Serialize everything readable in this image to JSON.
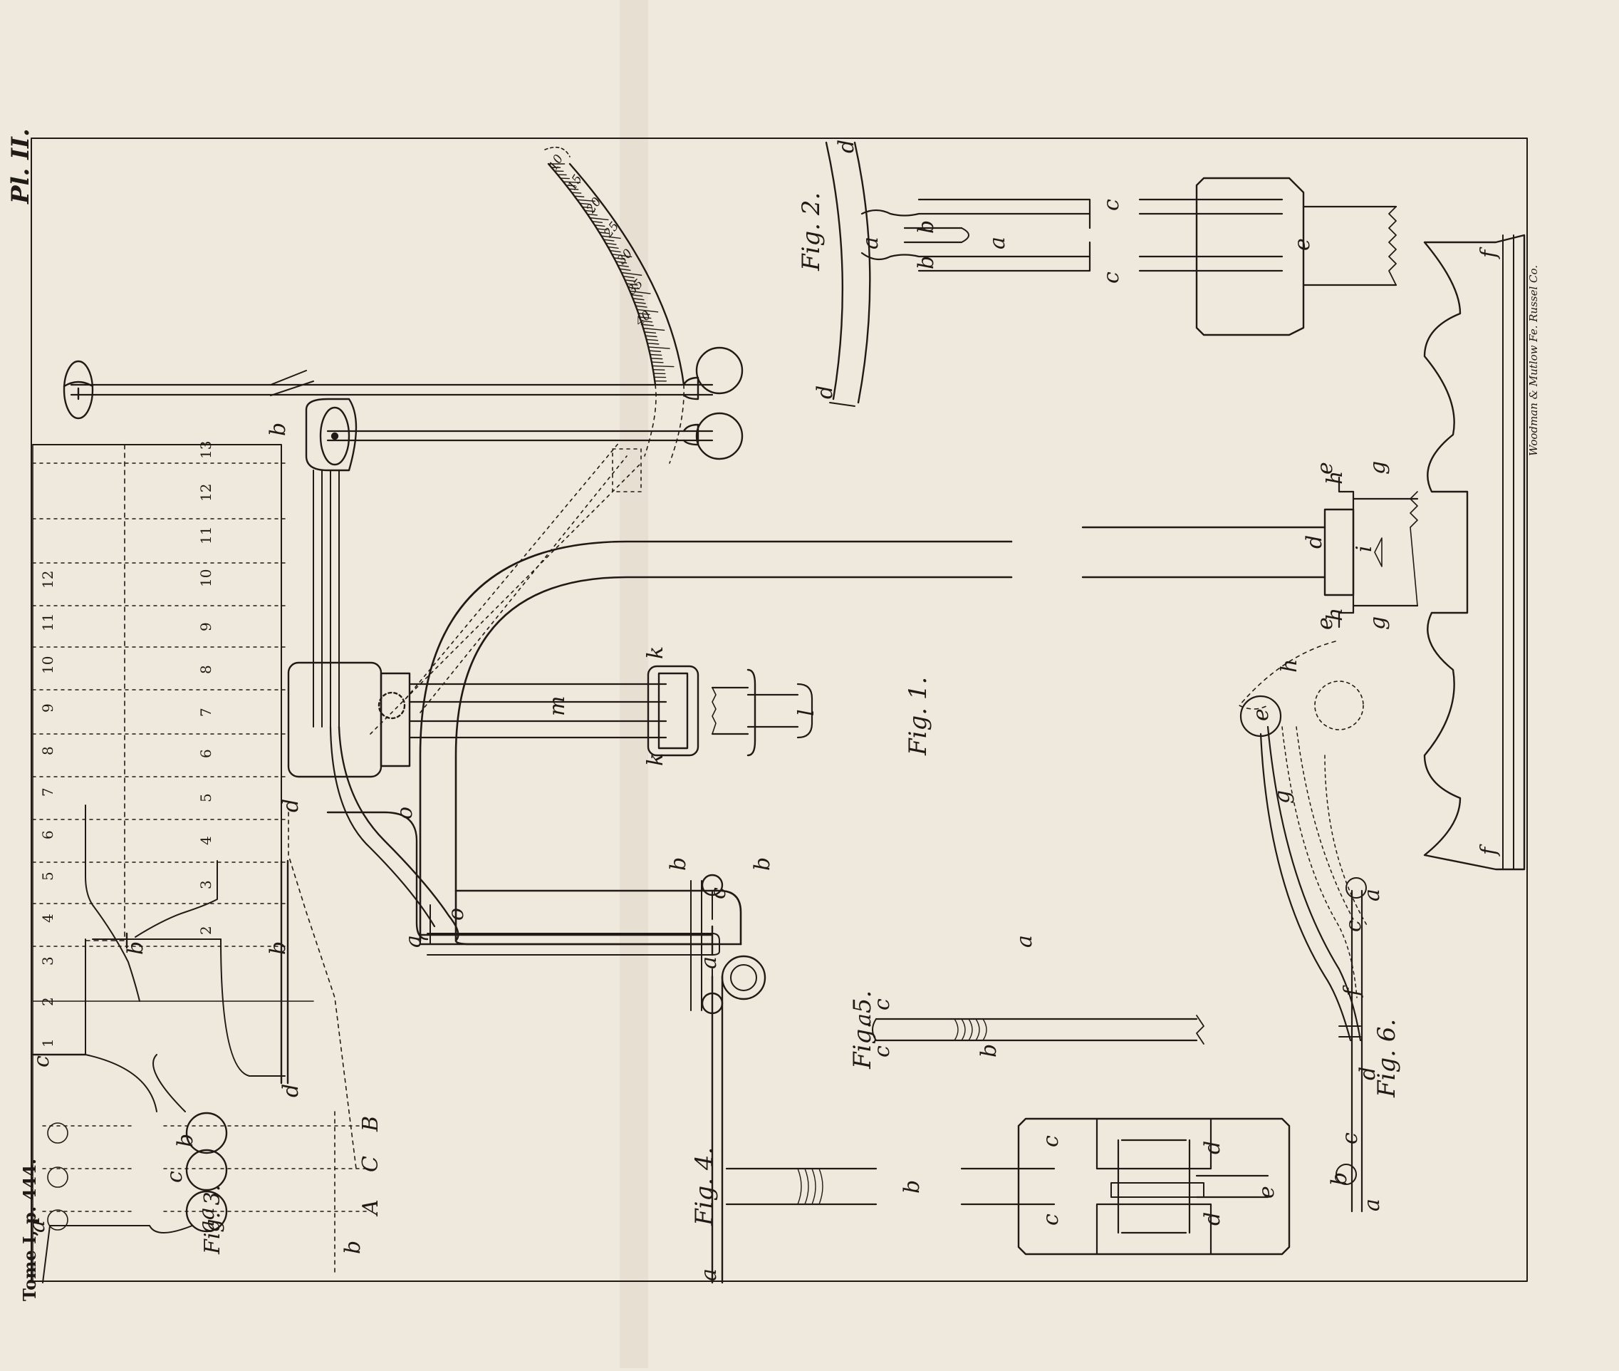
{
  "plate": {
    "plate_number": "Pl. II.",
    "tome_ref": "Tome I, p. 444.",
    "engraver": "Woodman & Mutlow Fe. Russel Co."
  },
  "figures": {
    "fig1": {
      "title": "Fig. 1.",
      "labels": {
        "a": "a",
        "b": "b",
        "c": "c",
        "k": "k",
        "l": "l",
        "m": "m",
        "o": "o"
      }
    },
    "fig2": {
      "title": "Fig. 2.",
      "labels": {
        "a": "a",
        "b": "b",
        "c": "c",
        "d": "d",
        "e": "e"
      }
    },
    "fig3": {
      "title": "Fig. 3.",
      "labels": {
        "a": "a",
        "b": "b",
        "c": "c",
        "d": "d",
        "A": "A",
        "B": "B",
        "C": "C"
      },
      "upper_numbers": [
        "1",
        "2",
        "3",
        "4",
        "5",
        "6",
        "7",
        "8",
        "9",
        "10",
        "11",
        "12"
      ],
      "lower_numbers": [
        "2",
        "3",
        "4",
        "5",
        "6",
        "7",
        "8",
        "9",
        "10",
        "11",
        "12",
        "13"
      ]
    },
    "fig4": {
      "title": "Fig. 4.",
      "labels": {
        "a": "a",
        "b": "b"
      }
    },
    "fig5": {
      "title": "Fig. 5.",
      "labels": {
        "a": "a",
        "b": "b",
        "c": "c"
      }
    },
    "fig6": {
      "title": "Fig. 6.",
      "labels": {
        "a": "a",
        "b": "b",
        "c": "c",
        "d": "d",
        "e": "e",
        "f": "f",
        "g": "g",
        "h": "h",
        "i": "i"
      }
    },
    "fig7": {
      "labels": {
        "c": "c",
        "d": "d",
        "e": "e"
      }
    }
  },
  "scale_numbers": [
    "10",
    "15",
    "20",
    "25",
    "30",
    "35",
    "40"
  ]
}
